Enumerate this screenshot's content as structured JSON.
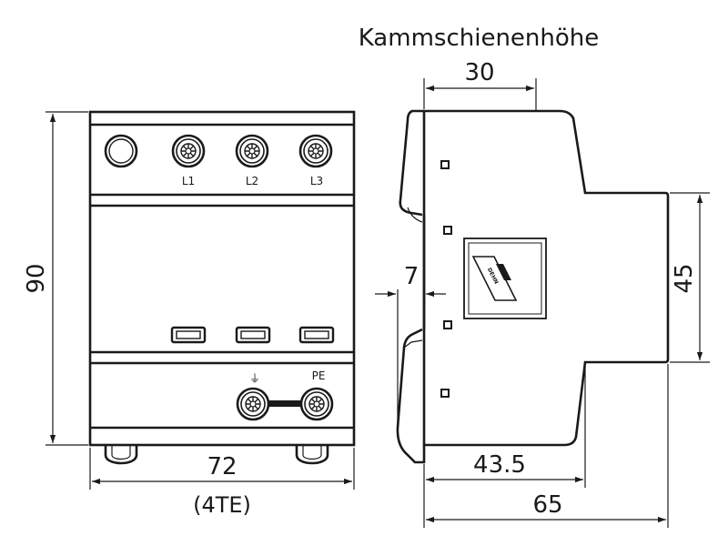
{
  "labels": {
    "busbar_height": "Kammschienenhöhe",
    "terminal_l1": "L1",
    "terminal_l2": "L2",
    "terminal_l3": "L3",
    "terminal_pe": "PE",
    "ground_symbol": "⏚",
    "logo_text": "DEHN"
  },
  "dimensions": {
    "height": "90",
    "width": "72",
    "width_units": "(4TE)",
    "busbar_offset": "30",
    "rail_offset": "7",
    "front_depth": "45",
    "depth_to_front": "43.5",
    "total_depth": "65"
  },
  "colors": {
    "line": "#1a1a1a",
    "background": "#ffffff"
  }
}
